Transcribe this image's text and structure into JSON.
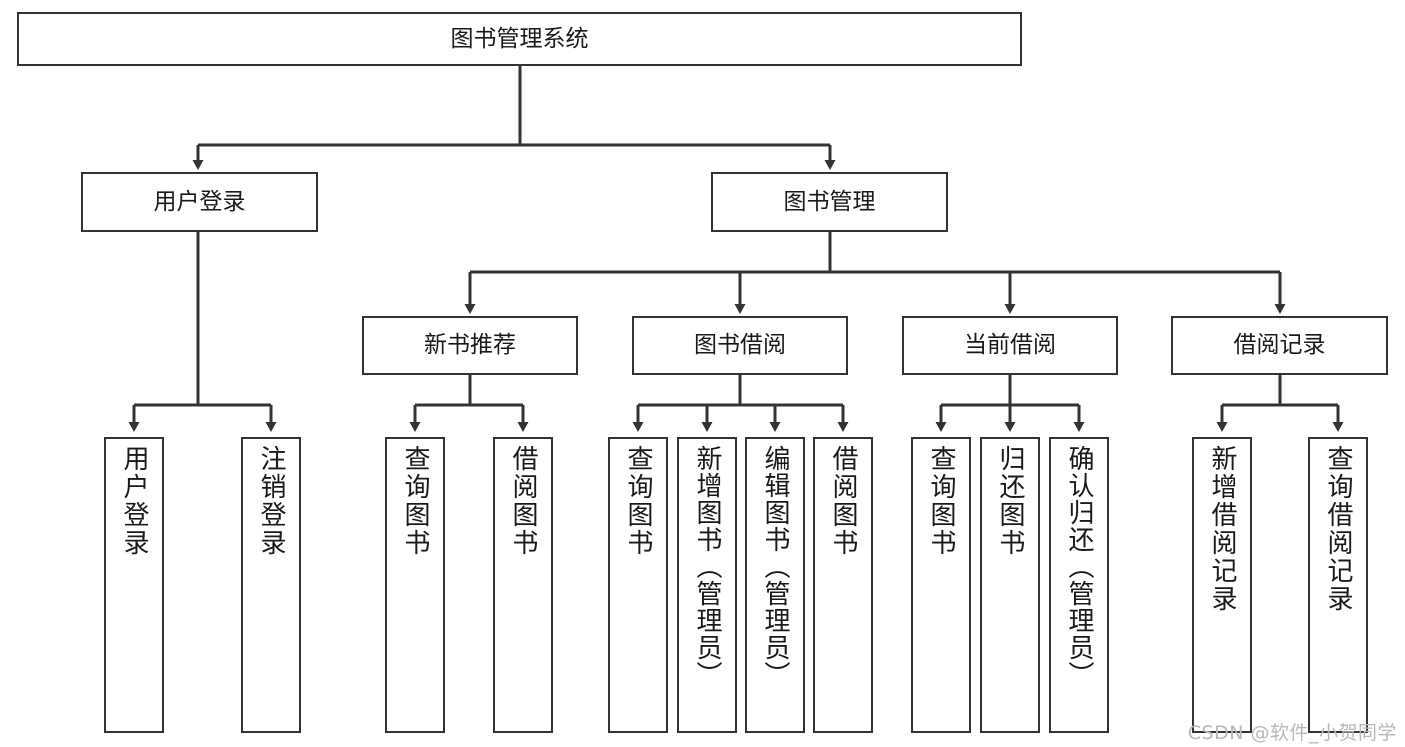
{
  "diagram": {
    "title": "图书管理系统",
    "type": "tree-hierarchy",
    "levels": 4,
    "colors": {
      "box_border": "#333333",
      "box_fill": "#ffffff",
      "connector": "#333333",
      "text": "#1a1a1a",
      "watermark": "#b9b9b9"
    },
    "root": {
      "label": "图书管理系统"
    },
    "level2": [
      {
        "label": "用户登录"
      },
      {
        "label": "图书管理"
      }
    ],
    "level3": [
      {
        "label": "新书推荐"
      },
      {
        "label": "图书借阅"
      },
      {
        "label": "当前借阅"
      },
      {
        "label": "借阅记录"
      }
    ],
    "leaves": {
      "user_login": [
        {
          "label": "用户登录"
        },
        {
          "label": "注销登录"
        }
      ],
      "new_book_recommend": [
        {
          "label": "查询图书"
        },
        {
          "label": "借阅图书"
        }
      ],
      "book_borrow": [
        {
          "label": "查询图书"
        },
        {
          "label": "新增图书（管理员）"
        },
        {
          "label": "编辑图书（管理员）"
        },
        {
          "label": "借阅图书"
        }
      ],
      "current_borrow": [
        {
          "label": "查询图书"
        },
        {
          "label": "归还图书"
        },
        {
          "label": "确认归还（管理员）"
        }
      ],
      "borrow_record": [
        {
          "label": "新增借阅记录"
        },
        {
          "label": "查询借阅记录"
        }
      ]
    }
  },
  "watermark": {
    "text": "CSDN @软件_小贺同学"
  }
}
